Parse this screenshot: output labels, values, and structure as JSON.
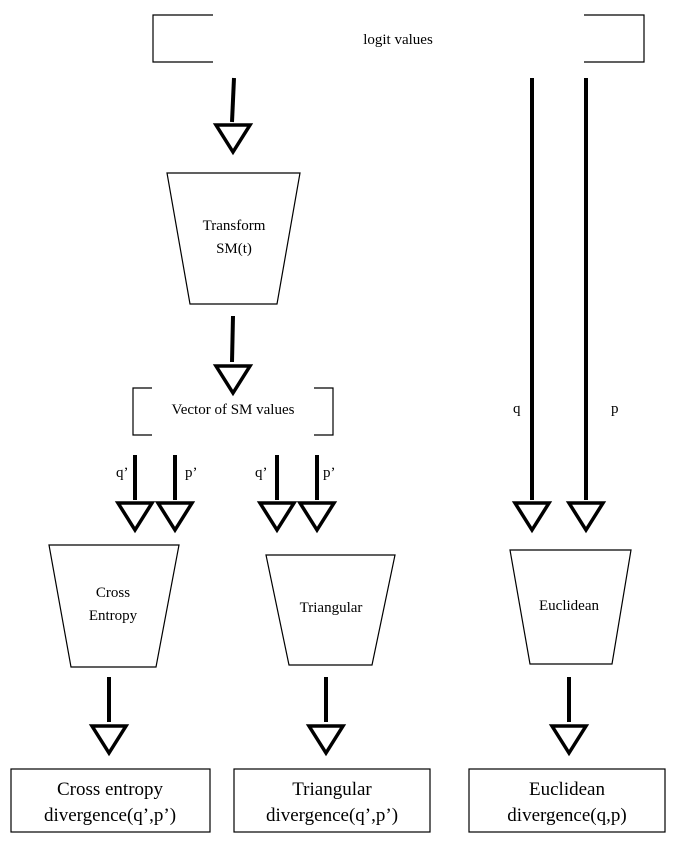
{
  "input": {
    "label": "logit values"
  },
  "transform": {
    "line1": "Transform",
    "line2": "SM(t)"
  },
  "vector": {
    "label": "Vector of SM values"
  },
  "edges": {
    "q_prime": "q’",
    "p_prime": "p’",
    "q": "q",
    "p": "p"
  },
  "blocks": {
    "cross_entropy": {
      "line1": "Cross",
      "line2": "Entropy"
    },
    "triangular": {
      "line1": "Triangular"
    },
    "euclidean": {
      "line1": "Euclidean"
    }
  },
  "outputs": {
    "cross_entropy": {
      "line1": "Cross entropy",
      "line2": "divergence(q’,p’)"
    },
    "triangular": {
      "line1": "Triangular",
      "line2": "divergence(q’,p’)"
    },
    "euclidean": {
      "line1": "Euclidean",
      "line2": "divergence(q,p)"
    }
  },
  "colors": {
    "stroke": "#000000",
    "background": "#ffffff"
  }
}
